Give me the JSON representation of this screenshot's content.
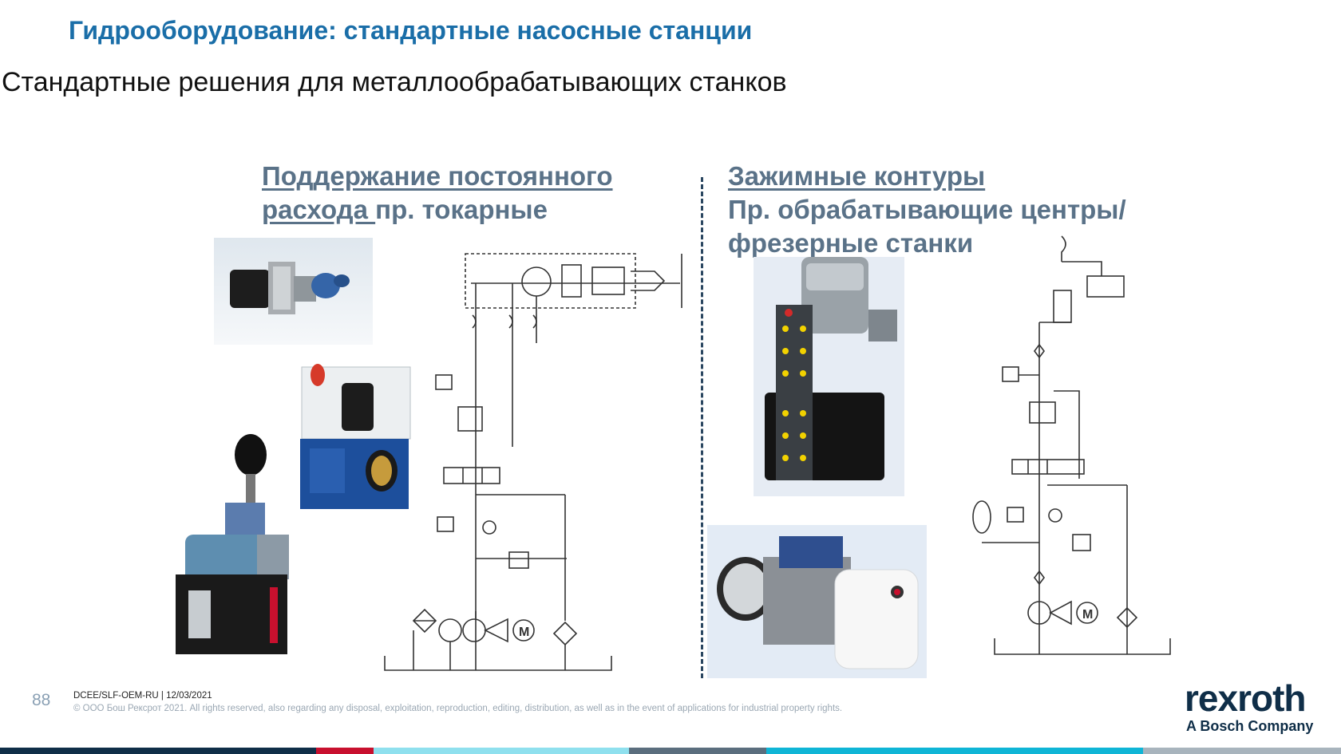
{
  "header": {
    "title": "Гидрооборудование: стандартные насосные станции",
    "subtitle": "Стандартные решения для металлообрабатывающих станков"
  },
  "left_section": {
    "heading_line1": "Поддержание постоянного",
    "heading_line2_underlined": "расхода ",
    "heading_line2_rest": "пр. токарные"
  },
  "right_section": {
    "heading_line1": "Зажимные контуры",
    "heading_line2": "Пр. обрабатывающие центры/",
    "heading_line3": "фрезерные станки"
  },
  "schematic": {
    "motor_label": "M"
  },
  "footer": {
    "page_number": "88",
    "reference": "DCEE/SLF-OEM-RU | 12/03/2021",
    "copyright": "© ООО Бош Рексрот 2021. All rights reserved, also regarding any disposal, exploitation, reproduction, editing, distribution, as well as in the event of applications for industrial property rights."
  },
  "brand": {
    "logo_text": "rexroth",
    "logo_subtext": "A Bosch Company",
    "accent_color": "#1a6ea8",
    "logo_accent_color": "#00a9d6",
    "bar_colors": [
      "#0f2e48",
      "#c8102e",
      "#8fe0ee",
      "#5b6e7e",
      "#0fb5d6",
      "#a8b4bd"
    ]
  }
}
